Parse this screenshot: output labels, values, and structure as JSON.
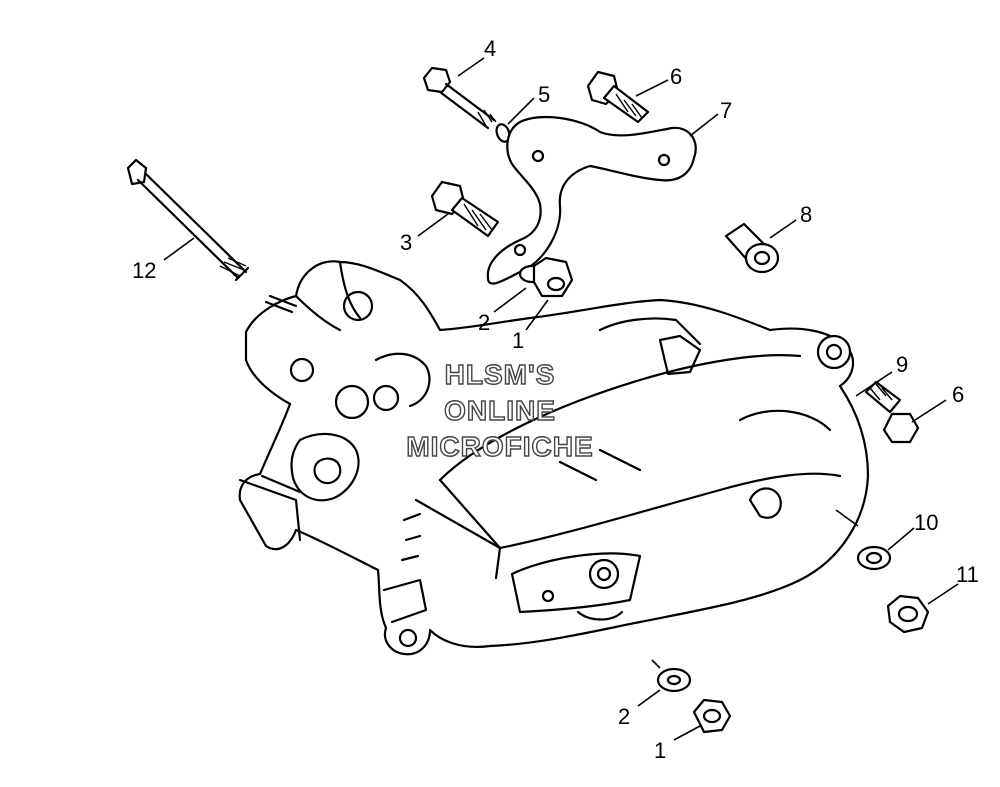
{
  "watermark": {
    "line1": "HLSM'S",
    "line2": "ONLINE",
    "line3": "MICROFICHE"
  },
  "callouts": {
    "c1a": "1",
    "c1b": "1",
    "c2a": "2",
    "c2b": "2",
    "c3": "3",
    "c4": "4",
    "c5": "5",
    "c6a": "6",
    "c6b": "6",
    "c7": "7",
    "c8": "8",
    "c9": "9",
    "c10": "10",
    "c11": "11",
    "c12": "12"
  }
}
